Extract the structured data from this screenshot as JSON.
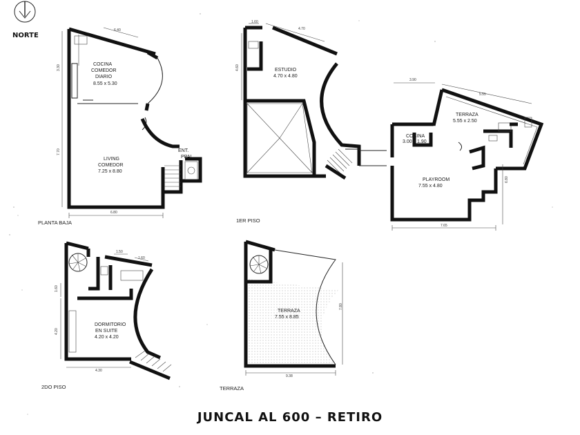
{
  "compass": {
    "label": "NORTE",
    "icon": "north-arrow-icon"
  },
  "title": "JUNCAL AL 600 – RETIRO",
  "floors": {
    "planta_baja": {
      "label": "PLANTA BAJA",
      "rooms": [
        {
          "name": "COCINA",
          "name2": "COMEDOR",
          "name3": "DIARIO",
          "size": "8.55 x 5.30"
        },
        {
          "name": "LIVING",
          "name2": "COMEDOR",
          "size": "7.25 x 8.80"
        }
      ],
      "entrance": {
        "line1": "ENT.",
        "line2": "PPAL."
      },
      "dims": {
        "top": "6.40",
        "left_top": "3.30",
        "left_bottom": "7.70",
        "bottom": "6.80"
      }
    },
    "primer_piso": {
      "label": "1ER PISO",
      "rooms": [
        {
          "name": "ESTUDIO",
          "size": "4.70 x 4.80"
        },
        {
          "name": "TERRAZA",
          "size": "5.55 x 2.50"
        },
        {
          "name": "COCINA",
          "size": "3.00 x 1.90"
        },
        {
          "name": "PLAYROOM",
          "size": "7.55 x 4.80"
        }
      ],
      "dims": {
        "top_a": "1.60",
        "top_b": "4.70",
        "left": "4.60",
        "mid": "3.90",
        "terraza_top": "5.55",
        "right": "6.80",
        "bottom": "7.65"
      }
    },
    "segundo_piso": {
      "label": "2DO PISO",
      "rooms": [
        {
          "name": "DORMITORIO",
          "name2": "EN SUITE",
          "size": "4.20 x 4.20"
        }
      ],
      "dims": {
        "top_a": "1.50",
        "top_b": "1.60",
        "left_top": "1.60",
        "left_bottom": "4.20",
        "bottom": "4.30"
      }
    },
    "terraza": {
      "label": "TERRAZA",
      "rooms": [
        {
          "name": "TERRAZA",
          "size": "7.55 x 8.85"
        }
      ],
      "dims": {
        "right": "7.80",
        "bottom": "9.38"
      }
    }
  }
}
